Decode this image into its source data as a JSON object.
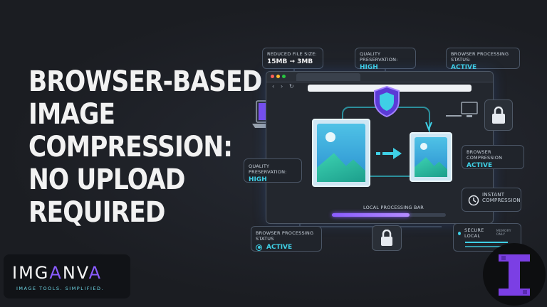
{
  "headline": {
    "line1": "BROWSER-BASED",
    "line2": "IMAGE",
    "line3": "COMPRESSION:",
    "line4": "NO UPLOAD",
    "line5": "REQUIRED"
  },
  "panels": {
    "file_size": {
      "label": "REDUCED FILE SIZE:",
      "value": "15MB → 3MB"
    },
    "quality_top": {
      "label": "QUALITY PRESERVATION:",
      "value": "HIGH"
    },
    "status_top": {
      "label": "BROWSER PROCESSING STATUS:",
      "value": "ACTIVE"
    },
    "quality_left": {
      "label": "QUALITY PRESERVATION:",
      "value": "HIGH"
    },
    "compression": {
      "label": "BROWSER COMPRESSION",
      "value": "ACTIVE"
    },
    "instant": {
      "line1": "INSTANT",
      "line2": "COMPRESSION"
    },
    "status_bottom": {
      "label": "BROWSER PROCESSING STATUS",
      "value": "ACTIVE"
    },
    "secure": {
      "label": "SECURE LOCAL",
      "sublabel": "MEMORY ONLY"
    }
  },
  "progress": {
    "label": "LOCAL PROCESSING BAR",
    "fraction": 0.68
  },
  "logo": {
    "brand_pre": "IMG",
    "brand_accent": "A",
    "brand_mid": "NV",
    "brand_accent2": "A",
    "tagline": "IMAGE TOOLS. SIMPLIFIED."
  },
  "colors": {
    "accent": "#8a5cff",
    "cyan": "#3fd0e6",
    "background": "#1b1d22"
  },
  "icons": [
    "laptop-icon",
    "monitor-icon",
    "lock-icon",
    "shield-icon",
    "image-file-icon",
    "arrow-right-icon",
    "clock-icon",
    "brand-i-icon"
  ]
}
